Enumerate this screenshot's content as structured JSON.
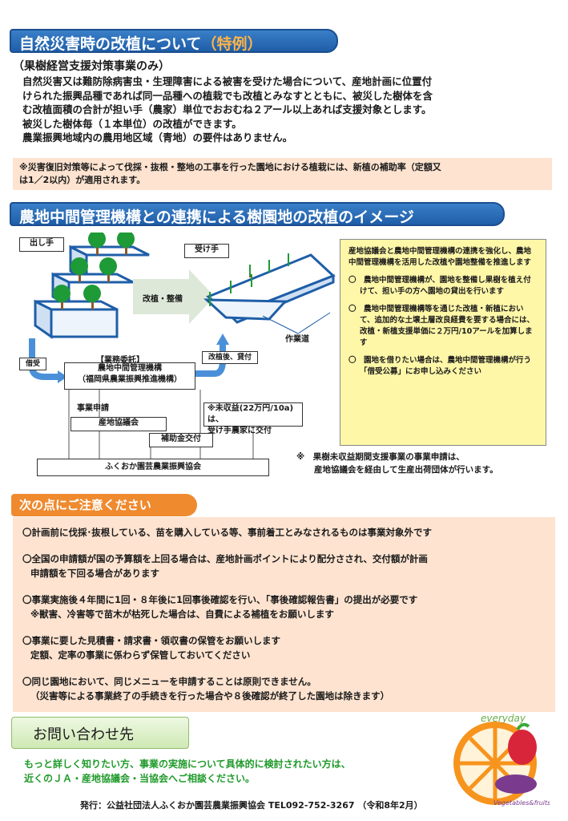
{
  "section1": {
    "title": "自然災害時の改植について",
    "title_accent": "（特例）",
    "subtitle": "（果樹経営支援対策事業のみ）",
    "para_lines": [
      "自然災害又は難防除病害虫・生理障害による被害を受けた場合について、産地計画に位置付",
      "けられた振興品種であれば同一品種への植栽でも改植とみなすとともに、被災した樹体を含",
      "む改植面積の合計が担い手（農家）単位でおおむね２アール以上あれば支援対象とします。",
      "被災した樹体毎（１本単位）の改植ができます。",
      "農業振興地域内の農用地区域（青地）の要件はありません。"
    ],
    "note_lines": [
      "※災害復旧対策等によって伐採・抜根・整地の工事を行った園地における植栽には、新植の補助率（定額又",
      "は1／2以内）が適用されます。"
    ]
  },
  "section2": {
    "title": "農地中間管理機構との連携による樹園地の改植のイメージ",
    "diagram": {
      "giver": "出し手",
      "receiver": "受け手",
      "replant": "改植・整備",
      "work_road": "作業道",
      "lease_in": "借受",
      "after_lease": "改植後、貸付",
      "commission": "【業務委託】",
      "agency_line1": "農地中間管理機構",
      "agency_line2": "（福岡県農業振興推進機構）",
      "application": "事業申請",
      "council": "産地協議会",
      "subsidy": "補助金交付",
      "association": "ふくおか園芸農業振興協会",
      "income_line1": "※未収益(22万円/10a)は、",
      "income_line2": "受け手農家に交付"
    },
    "yellow_box": {
      "intro": "産地協議会と農地中間管理機構の連携を強化し、農地中間管理機構を活用した改植や園地整備を推進します",
      "items": [
        "〇　農地中間管理機構が、園地を整備し果樹を植え付けて、担い手の方へ園地の貸出を行います",
        "〇　農地中間管理機構等を通じた改植・新植において、追加的な土壌土層改良経費を要する場合には、改植・新植支援単価に２万円/10アールを加算します",
        "〇　園地を借りたい場合は、農地中間管理機構が行う「借受公募」にお申し込みください"
      ]
    },
    "footnote_line1": "※　果樹未収益期間支援事業の事業申請は、",
    "footnote_line2": "産地協議会を経由して生産出荷団体が行います。"
  },
  "section3": {
    "title": "次の点にご注意ください",
    "items": [
      {
        "l1": "〇計画前に伐採･抜根している、苗を購入している等、事前着工とみなされるものは事業対象外です",
        "l2": ""
      },
      {
        "l1": "〇全国の申請額が国の予算額を上回る場合は、産地計画ポイントにより配分さされ、交付額が計画",
        "l2": "申請額を下回る場合があります"
      },
      {
        "l1": "〇事業実施後４年間に1回・８年後に1回事後確認を行い、「事後確認報告書」の提出が必要です",
        "l2": "※獣害、冷害等で苗木が枯死した場合は、自費による補植をお願いします"
      },
      {
        "l1": "〇事業に要した見積書・請求書・領収書の保管をお願いします",
        "l2": "定額、定率の事業に係わらず保管しておいてください"
      },
      {
        "l1": "〇同じ園地において、同じメニューを申請することは原則できません。",
        "l2": "（災害等による事業終了の手続きを行った場合や８後確認が終了した園地は除きます）"
      }
    ]
  },
  "contact": {
    "title": "お問い合わせ先",
    "line1": "もっと詳しく知りたい方、事業の実施について具体的に検討されたい方は、",
    "line2": "近くのＪＡ・産地協議会・当協会へご相談ください。",
    "publisher": "発行：公益社団法人ふくおか園芸農業振興協会 TEL092-752-3267 （令和8年2月）"
  },
  "logo": {
    "top_text": "everyday",
    "bottom_text": "Vegetables&fruits!"
  },
  "colors": {
    "banner_blue": "#1f5ea8",
    "accent_orange": "#ffb347",
    "pink_bg": "#fde3d0",
    "caution_orange": "#ef8a2f",
    "yellow_bg": "#fff7a8",
    "contact_green": "#1f9a2a"
  }
}
